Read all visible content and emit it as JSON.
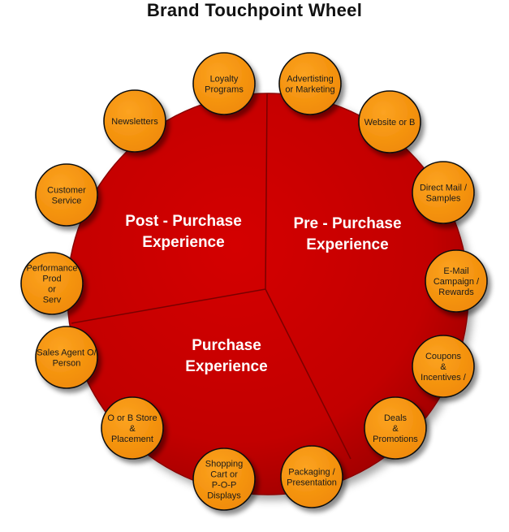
{
  "title": "Brand Touchpoint Wheel",
  "colors": {
    "wheel_fill": "#c80000",
    "wheel_edge": "#8a0000",
    "node_fill": "#f7960f",
    "node_edge": "#111111",
    "divider": "#7a0000"
  },
  "sectors": [
    {
      "id": "post-purchase",
      "lines": [
        "Post - Purchase",
        "Experience"
      ]
    },
    {
      "id": "pre-purchase",
      "lines": [
        "Pre - Purchase",
        "Experience"
      ]
    },
    {
      "id": "purchase",
      "lines": [
        "Purchase",
        "Experience"
      ]
    }
  ],
  "touchpoints": [
    {
      "id": "loyalty-programs",
      "lines": [
        "Loyalty",
        "Programs"
      ]
    },
    {
      "id": "advertising-marketing",
      "lines": [
        "Advertisting",
        "or Marketing"
      ]
    },
    {
      "id": "website",
      "lines": [
        "Website or B"
      ]
    },
    {
      "id": "direct-mail",
      "lines": [
        "Direct Mail /",
        "Samples"
      ]
    },
    {
      "id": "email-campaign",
      "lines": [
        "E-Mail",
        "Campaign /",
        "Rewards"
      ]
    },
    {
      "id": "coupons",
      "lines": [
        "Coupons",
        "&",
        "Incentives /"
      ]
    },
    {
      "id": "deals-promotions",
      "lines": [
        "Deals",
        "&",
        "Promotions"
      ]
    },
    {
      "id": "packaging",
      "lines": [
        "Packaging /",
        "Presentation"
      ]
    },
    {
      "id": "shopping-cart",
      "lines": [
        "Shopping",
        "Cart or",
        "P-O-P",
        "Displays"
      ]
    },
    {
      "id": "store-placement",
      "lines": [
        "O or B Store",
        "&",
        "Placement"
      ]
    },
    {
      "id": "sales-agent",
      "lines": [
        "Sales Agent O/",
        "Person"
      ]
    },
    {
      "id": "performance",
      "lines": [
        "Performance",
        "Prod",
        "or",
        "Serv"
      ]
    },
    {
      "id": "customer-service",
      "lines": [
        "Customer",
        "Service"
      ]
    },
    {
      "id": "newsletters",
      "lines": [
        "Newsletters"
      ]
    }
  ]
}
